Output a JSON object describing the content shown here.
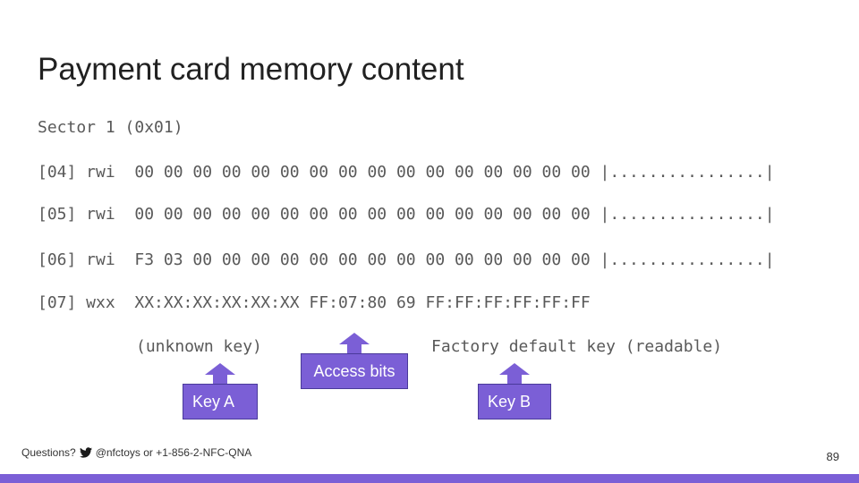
{
  "slide": {
    "title": "Payment card memory content"
  },
  "memory": {
    "sector_header": "Sector 1 (0x01)",
    "lines": [
      "[04] rwi  00 00 00 00 00 00 00 00 00 00 00 00 00 00 00 00 |................|",
      "[05] rwi  00 00 00 00 00 00 00 00 00 00 00 00 00 00 00 00 |................|",
      "[06] rwi  F3 03 00 00 00 00 00 00 00 00 00 00 00 00 00 00 |................|",
      "[07] wxx  XX:XX:XX:XX:XX:XX FF:07:80 69 FF:FF:FF:FF:FF:FF"
    ],
    "note_unknown_key": "(unknown key)",
    "note_factory_key": "Factory default key (readable)"
  },
  "callouts": {
    "key_a": "Key A",
    "access_bits": "Access bits",
    "key_b": "Key B",
    "color": "#7b5fd6"
  },
  "footer": {
    "questions_label": "Questions?",
    "contact": "@nfctoys or +1-856-2-NFC-QNA",
    "icon": "twitter-bird-icon",
    "page_number": "89"
  }
}
